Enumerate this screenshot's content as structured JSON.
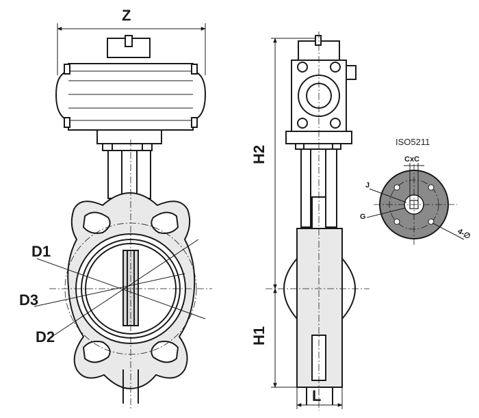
{
  "labels": {
    "z": "Z",
    "d1": "D1",
    "d3": "D3",
    "d2": "D2",
    "h2": "H2",
    "h1": "H1",
    "l": "L",
    "iso": "ISO5211",
    "cxc": "CxC",
    "j": "J",
    "g": "G",
    "bolt_holes": "4-∅"
  },
  "colors": {
    "line": "#1a1a1a",
    "body_fill": "#e9e9e9",
    "flange_fill": "#8a8a8a",
    "background": "#ffffff"
  }
}
